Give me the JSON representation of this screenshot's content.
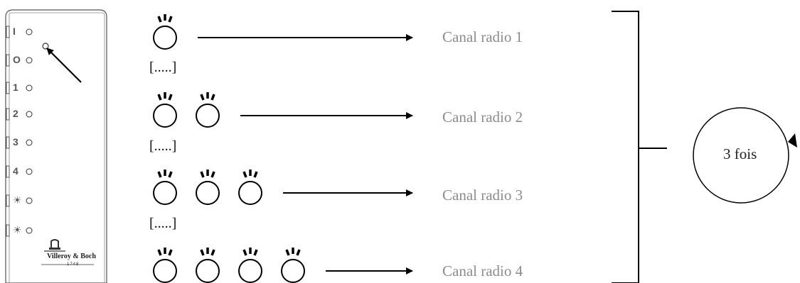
{
  "remote": {
    "keys": [
      "I",
      "O",
      "1",
      "2",
      "3",
      "4",
      "☀",
      "☀"
    ],
    "brand": "Villeroy & Boch",
    "brand_year": "1748"
  },
  "rows": [
    {
      "presses": 1,
      "label": "Canal radio 1",
      "separator": "[.....]"
    },
    {
      "presses": 2,
      "label": "Canal radio 2",
      "separator": "[.....]"
    },
    {
      "presses": 3,
      "label": "Canal radio 3",
      "separator": "[.....]"
    },
    {
      "presses": 4,
      "label": "Canal radio 4",
      "separator": ""
    }
  ],
  "repeat": {
    "label": "3 fois"
  },
  "colors": {
    "label_grey": "#8c8c8c",
    "line": "#000000"
  }
}
